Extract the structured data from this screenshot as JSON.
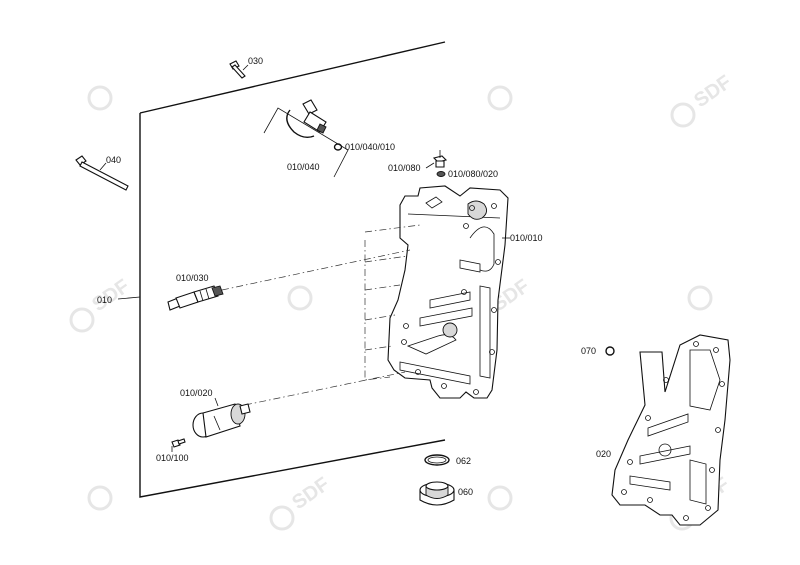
{
  "watermark": {
    "text": "SDF",
    "color": "#e6e6e6"
  },
  "labels": {
    "p030": "030",
    "p040": "040",
    "p010": "010",
    "p010_040": "010/040",
    "p010_040_010": "010/040/010",
    "p010_080": "010/080",
    "p010_080_020": "010/080/020",
    "p010_010": "010/010",
    "p010_030": "010/030",
    "p010_020": "010/020",
    "p010_100": "010/100",
    "p070": "070",
    "p020": "020",
    "p062": "062",
    "p060": "060"
  }
}
